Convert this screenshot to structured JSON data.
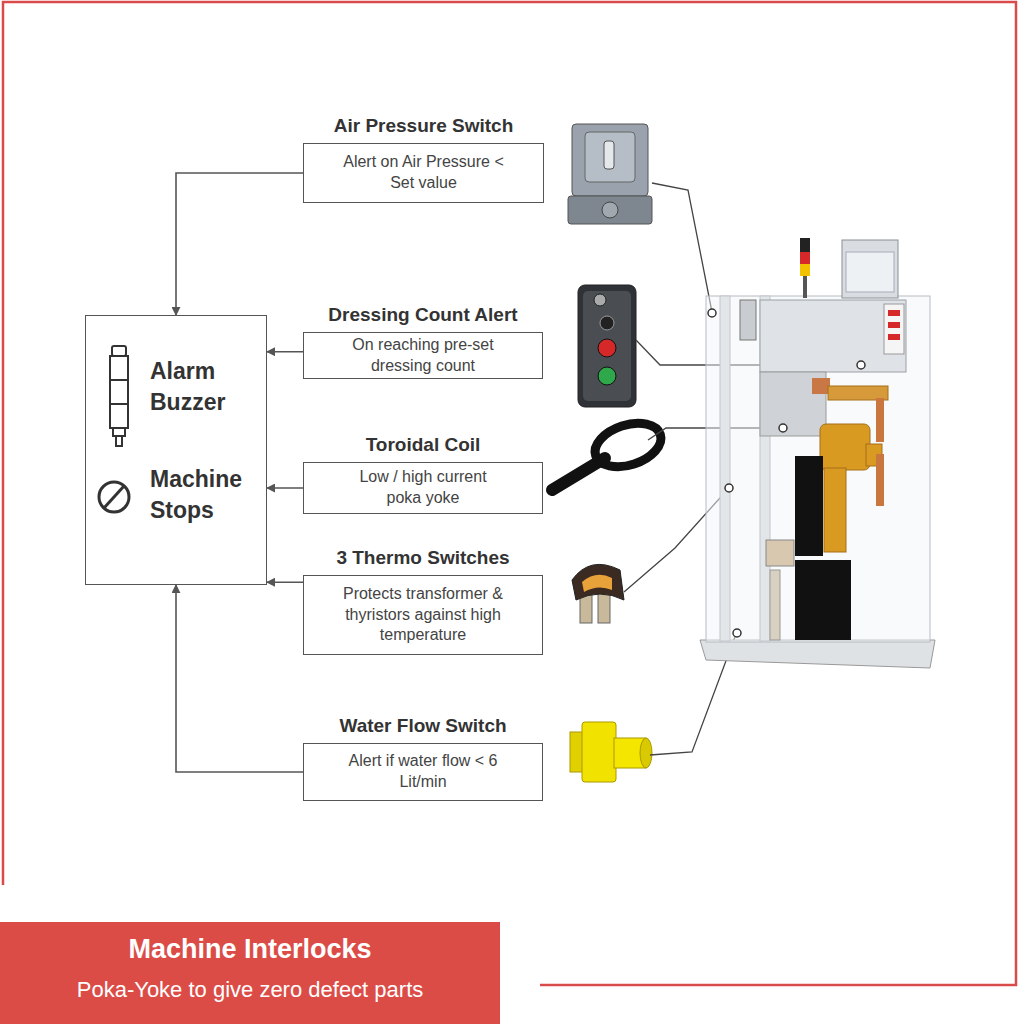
{
  "diagram": {
    "title": "Machine Interlocks",
    "caption": "Poka-Yoke to give zero defect parts",
    "nodes": [
      {
        "text": [
          "Air Pressure Switch",
          "Alert on Air Pressure < Set value"
        ]
      },
      {
        "text": [
          "Alarm Buzzer",
          "Machine Stops"
        ]
      },
      {
        "text": [
          "Dressing Count Alert",
          "On reaching pre-set dressing count"
        ]
      },
      {
        "text": [
          "Toroidal Coil",
          "Low / high current poka yoke"
        ]
      },
      {
        "text": [
          "3 Thermo Switches",
          "Protects transformer & thyristors against high temperature"
        ]
      },
      {
        "text": [
          "Water Flow Switch",
          "Alert if water flow < 6 Lit/min"
        ]
      }
    ],
    "edges": [
      {
        "from": 0,
        "to": 1,
        "arrow": "to"
      },
      {
        "from": 2,
        "to": 1,
        "arrow": "to"
      },
      {
        "from": 3,
        "to": 1,
        "arrow": "to"
      },
      {
        "from": 4,
        "to": 1,
        "arrow": "to"
      },
      {
        "from": 5,
        "to": 1,
        "arrow": "to"
      }
    ]
  }
}
